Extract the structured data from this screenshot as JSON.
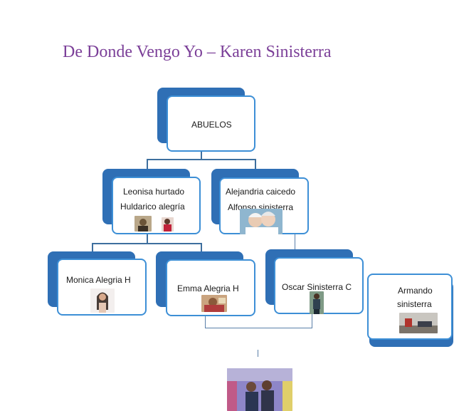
{
  "title": "De Donde Vengo Yo – Karen Sinisterra",
  "nodes": {
    "root": {
      "label": "ABUELOS"
    },
    "paternal": {
      "line1": "Leonisa hurtado",
      "line2": "Huldarico alegría",
      "photos": [
        "grandfather-photo",
        "grandmother-photo"
      ]
    },
    "maternal": {
      "line1": "Alejandria caicedo",
      "line2": "Alfonso sinisterra",
      "photos": [
        "grandparents-couple-photo"
      ]
    },
    "monica": {
      "label": "Monica Alegria H",
      "photo": "monica-photo"
    },
    "emma": {
      "label": "Emma Alegria H",
      "photo": "emma-photo"
    },
    "oscar": {
      "label": "Oscar Sinisterra C",
      "photo": "oscar-photo"
    },
    "armando": {
      "line1": "Armando",
      "line2": "sinisterra",
      "photo": "armando-photo"
    }
  },
  "bottom_photo": "family-group-photo",
  "colors": {
    "title": "#7b3f98",
    "node_back": "#2f6fb5",
    "node_border": "#3d8fd6",
    "connector": "#3e6f9e"
  }
}
